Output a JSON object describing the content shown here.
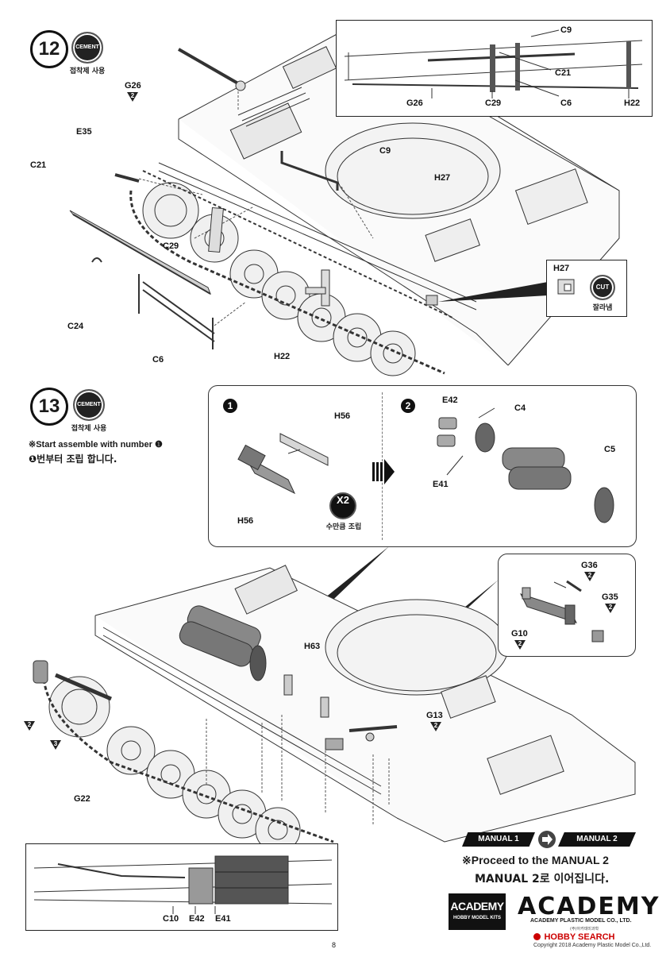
{
  "step12": {
    "number": "12",
    "cement_label": "CEMENT",
    "cement_caption": "접착제 사용",
    "labels": {
      "g26": "G26",
      "g26_qty": "2",
      "e35": "E35",
      "c21": "C21",
      "c29": "C29",
      "c24": "C24",
      "c6": "C6",
      "c9": "C9",
      "h27": "H27",
      "h22": "H22"
    },
    "inset": {
      "c9": "C9",
      "c21": "C21",
      "g26": "G26",
      "c29": "C29",
      "c6": "C6",
      "h22": "H22"
    },
    "cut_inset": {
      "part": "H27",
      "cut_label": "CUT",
      "cut_caption": "잘라냄"
    }
  },
  "step13": {
    "number": "13",
    "cement_label": "CEMENT",
    "cement_caption": "접착제 사용",
    "note_en": "※Start assemble with number ❶",
    "note_ko": "❶번부터 조립 합니다.",
    "substep1": {
      "num": "1",
      "part_a": "H56",
      "part_b": "H56",
      "times": "X2",
      "times_caption": "수만큼 조립"
    },
    "substep2": {
      "num": "2",
      "e42": "E42",
      "e41": "E41",
      "c4": "C4",
      "c5": "C5"
    },
    "small_inset": {
      "g36": "G36",
      "g36_qty": "2",
      "g35": "G35",
      "g35_qty": "2",
      "g10": "G10",
      "g10_qty": "2"
    },
    "labels": {
      "h63": "H63",
      "g13": "G13",
      "g13_qty": "2",
      "g22": "G22",
      "left_qty_2": "2",
      "left_qty_3": "3"
    },
    "bottom_inset": {
      "c10": "C10",
      "e42": "E42",
      "e41": "E41"
    }
  },
  "footer": {
    "manual1": "MANUAL 1",
    "manual2": "MANUAL 2",
    "proceed_en": "※Proceed to the MANUAL 2",
    "proceed_ko": "MANUAL 2로 이어집니다.",
    "academy_badge": "ACADEMY",
    "academy_badge_sub": "HOBBY MODEL KITS",
    "academy_logo": "ACADEMY",
    "academy_company": "ACADEMY PLASTIC MODEL CO., LTD.",
    "academy_company_ko": "(주)아카데미과학",
    "page_number": "8",
    "watermark": "HOBBY SEARCH",
    "copyright": "Copyright 2018 Academy Plastic Model Co.,Ltd."
  },
  "colors": {
    "ink": "#1a1a1a",
    "line": "#333333",
    "shade": "#bdbdbd",
    "dark_part": "#555555"
  }
}
